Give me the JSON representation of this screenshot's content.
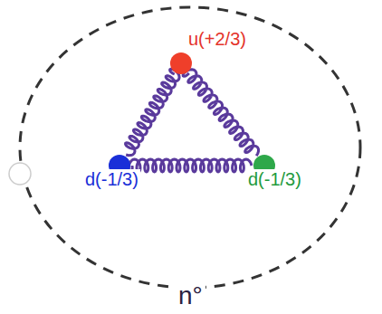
{
  "diagram": {
    "nodes": [
      {
        "text": [
          "u(+2/3)"
        ]
      },
      {
        "text": [
          "d(-1/3)"
        ]
      },
      {
        "text": [
          "d(-1/3)"
        ]
      }
    ],
    "edges": [
      {
        "from": 0,
        "to": 1,
        "arrow": "none"
      },
      {
        "from": 0,
        "to": 2,
        "arrow": "none"
      },
      {
        "from": 1,
        "to": 2,
        "arrow": "none"
      }
    ],
    "labels": [
      "n°"
    ]
  }
}
